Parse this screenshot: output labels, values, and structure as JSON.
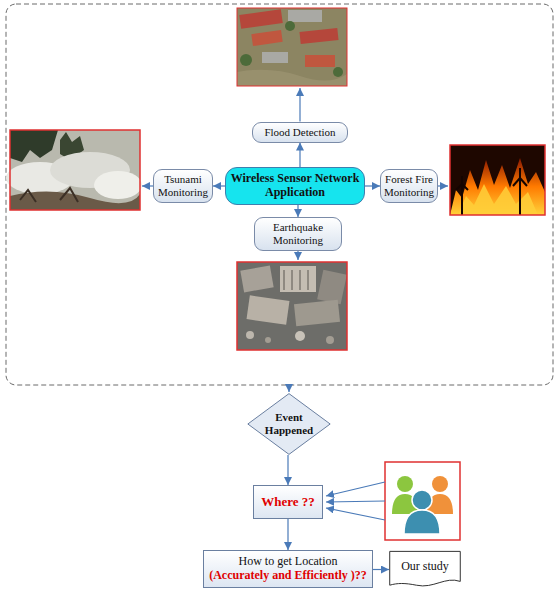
{
  "diagram": {
    "nodes": [
      {
        "text": [
          "Flood Detection"
        ]
      },
      {
        "text": [
          "Tsunami Monitoring"
        ]
      },
      {
        "text": [
          "Wireless Sensor Network Application"
        ]
      },
      {
        "text": [
          "Forest Fire Monitoring"
        ]
      },
      {
        "text": [
          "Earthquake Monitoring"
        ]
      },
      {
        "text": [
          "Event Happened"
        ]
      },
      {
        "text": [
          "Where ??"
        ]
      },
      {
        "text": [
          "How to get Location",
          "(Accurately and Efficiently )??"
        ]
      },
      {
        "text": [
          "Our study"
        ]
      }
    ],
    "edges": [
      {
        "from": 2,
        "to": 0,
        "arrow": "to"
      },
      {
        "from": 2,
        "to": 1,
        "arrow": "to"
      },
      {
        "from": 2,
        "to": 3,
        "arrow": "to"
      },
      {
        "from": 2,
        "to": 4,
        "arrow": "to"
      },
      {
        "from": 5,
        "to": 6,
        "arrow": "to"
      },
      {
        "from": 6,
        "to": 7,
        "arrow": "to"
      },
      {
        "from": 7,
        "to": 8,
        "arrow": "to"
      }
    ]
  }
}
